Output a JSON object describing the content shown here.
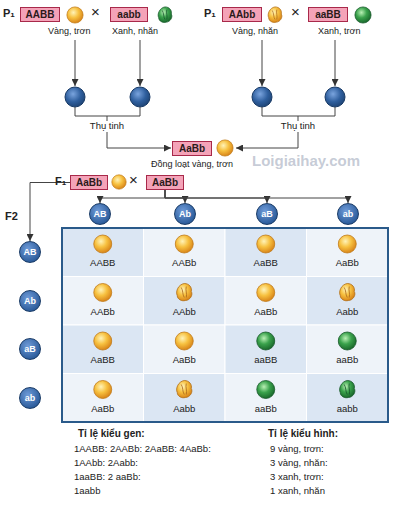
{
  "diagram": {
    "nodes": [
      {
        "text": [
          "AABB"
        ]
      },
      {
        "text": [
          "aabb"
        ]
      },
      {
        "text": [
          "AAbb"
        ]
      },
      {
        "text": [
          "aaBB"
        ]
      },
      {
        "text": [
          "AaBb"
        ]
      },
      {
        "text": [
          "AaBb"
        ]
      },
      {
        "text": [
          "AaBb"
        ]
      },
      {
        "text": [
          "AB"
        ]
      },
      {
        "text": [
          "Ab"
        ]
      },
      {
        "text": [
          "aB"
        ]
      },
      {
        "text": [
          "ab"
        ]
      },
      {
        "text": [
          "AB"
        ]
      },
      {
        "text": [
          "Ab"
        ]
      },
      {
        "text": [
          "aB"
        ]
      },
      {
        "text": [
          "ab"
        ]
      }
    ],
    "edges": [
      {
        "from": 6,
        "to": 7,
        "arrow": "to"
      },
      {
        "from": 6,
        "to": 8,
        "arrow": "to"
      },
      {
        "from": 6,
        "to": 9,
        "arrow": "to"
      },
      {
        "from": 6,
        "to": 10,
        "arrow": "to"
      },
      {
        "from": 5,
        "to": 11,
        "arrow": "to"
      }
    ],
    "labels": [
      "P₁",
      "×",
      "Vàng, trơn",
      "Xanh, nhăn",
      "P₁",
      "×",
      "Vàng, nhăn",
      "Xanh, trơn",
      "Thụ tinh",
      "Thụ tinh",
      "Đồng loạt vàng, trơn",
      "Loigiaihay.com",
      "F₁",
      "×",
      "F2",
      "AABB",
      "AABb",
      "AaBB",
      "AaBb",
      "AABb",
      "AAbb",
      "AaBb",
      "Aabb",
      "AaBB",
      "AaBb",
      "aaBB",
      "aaBb",
      "AaBb",
      "Aabb",
      "aaBb",
      "aabb",
      "Tỉ lệ kiểu gen:",
      "1AABB: 2AABb: 2AaBB: 4AaBb:",
      "1AAbb: 2Aabb:",
      "1aaBB: 2 aaBb:",
      "1aabb",
      "Tỉ lệ kiểu hình:",
      "9 vàng, trơn:",
      "3 vàng, nhăn:",
      "3 xanh, trơn:",
      "1 xanh, nhăn"
    ]
  }
}
